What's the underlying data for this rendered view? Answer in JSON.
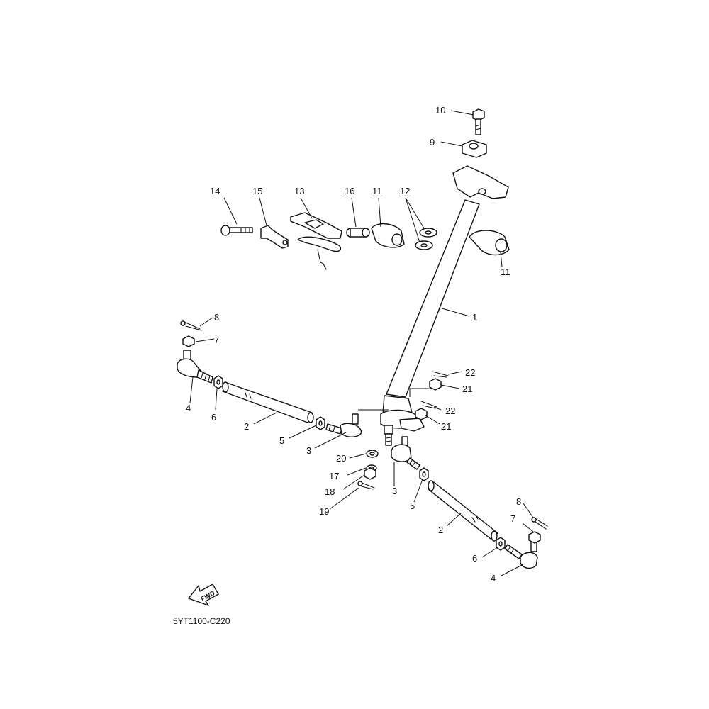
{
  "diagram": {
    "drawing_code": "5YT1100-C220",
    "fwd_label": "FWD",
    "callouts": {
      "c1": "1",
      "c2a": "2",
      "c2b": "2",
      "c3a": "3",
      "c3b": "3",
      "c4a": "4",
      "c4b": "4",
      "c5a": "5",
      "c5b": "5",
      "c6a": "6",
      "c6b": "6",
      "c7a": "7",
      "c7b": "7",
      "c8a": "8",
      "c8b": "8",
      "c9": "9",
      "c10": "10",
      "c11a": "11",
      "c11b": "11",
      "c12": "12",
      "c13": "13",
      "c14": "14",
      "c15": "15",
      "c16": "16",
      "c17": "17",
      "c18": "18",
      "c19": "19",
      "c20": "20",
      "c21a": "21",
      "c21b": "21",
      "c22a": "22",
      "c22b": "22"
    }
  }
}
